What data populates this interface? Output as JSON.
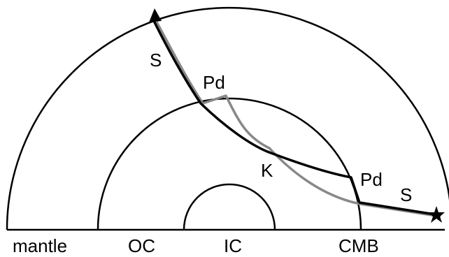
{
  "labels": {
    "s_upper": "S",
    "pd_upper": "Pd",
    "k": "K",
    "pd_lower": "Pd",
    "s_lower": "S"
  },
  "regions": {
    "mantle": "mantle",
    "oc": "OC",
    "ic": "IC",
    "cmb": "CMB"
  },
  "colors": {
    "line": "#000000",
    "path_black": "#000000",
    "path_gray": "#888888"
  },
  "icons": {
    "receiver": "triangle-receiver-icon",
    "source": "star-source-icon"
  }
}
